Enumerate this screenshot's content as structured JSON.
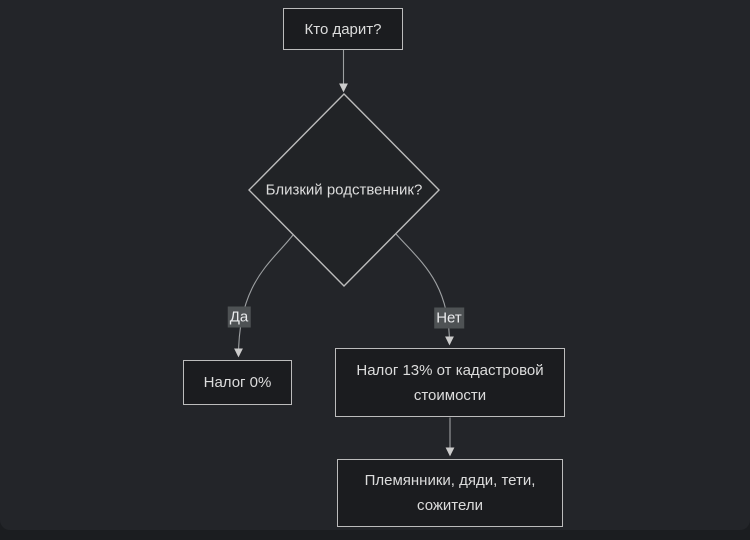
{
  "colors": {
    "outer-bg": "#1b1d20",
    "panel-bg": "#232529",
    "node-fill": "#1b1c1f",
    "diamond-fill": "#212326",
    "node-border": "#bcbcbc",
    "edge-line": "#9da0a2",
    "arrowhead": "#cccccc",
    "node-text": "#dcdcdc",
    "chip-bg": "#4e5254",
    "chip-text": "#e9eaec"
  },
  "flowchart": {
    "nodes": {
      "start": {
        "label": "Кто дарит?",
        "shape": "rect"
      },
      "decision": {
        "label": "Близкий родственник?",
        "shape": "diamond"
      },
      "tax_zero": {
        "label": "Налог 0%",
        "shape": "rect"
      },
      "tax_13": {
        "label": "Налог 13% от кадастровой стоимости",
        "shape": "rect"
      },
      "relatives": {
        "label": "Племянники, дяди, тети, сожители",
        "shape": "rect"
      }
    },
    "edge_labels": {
      "yes": "Да",
      "no": "Нет"
    }
  }
}
